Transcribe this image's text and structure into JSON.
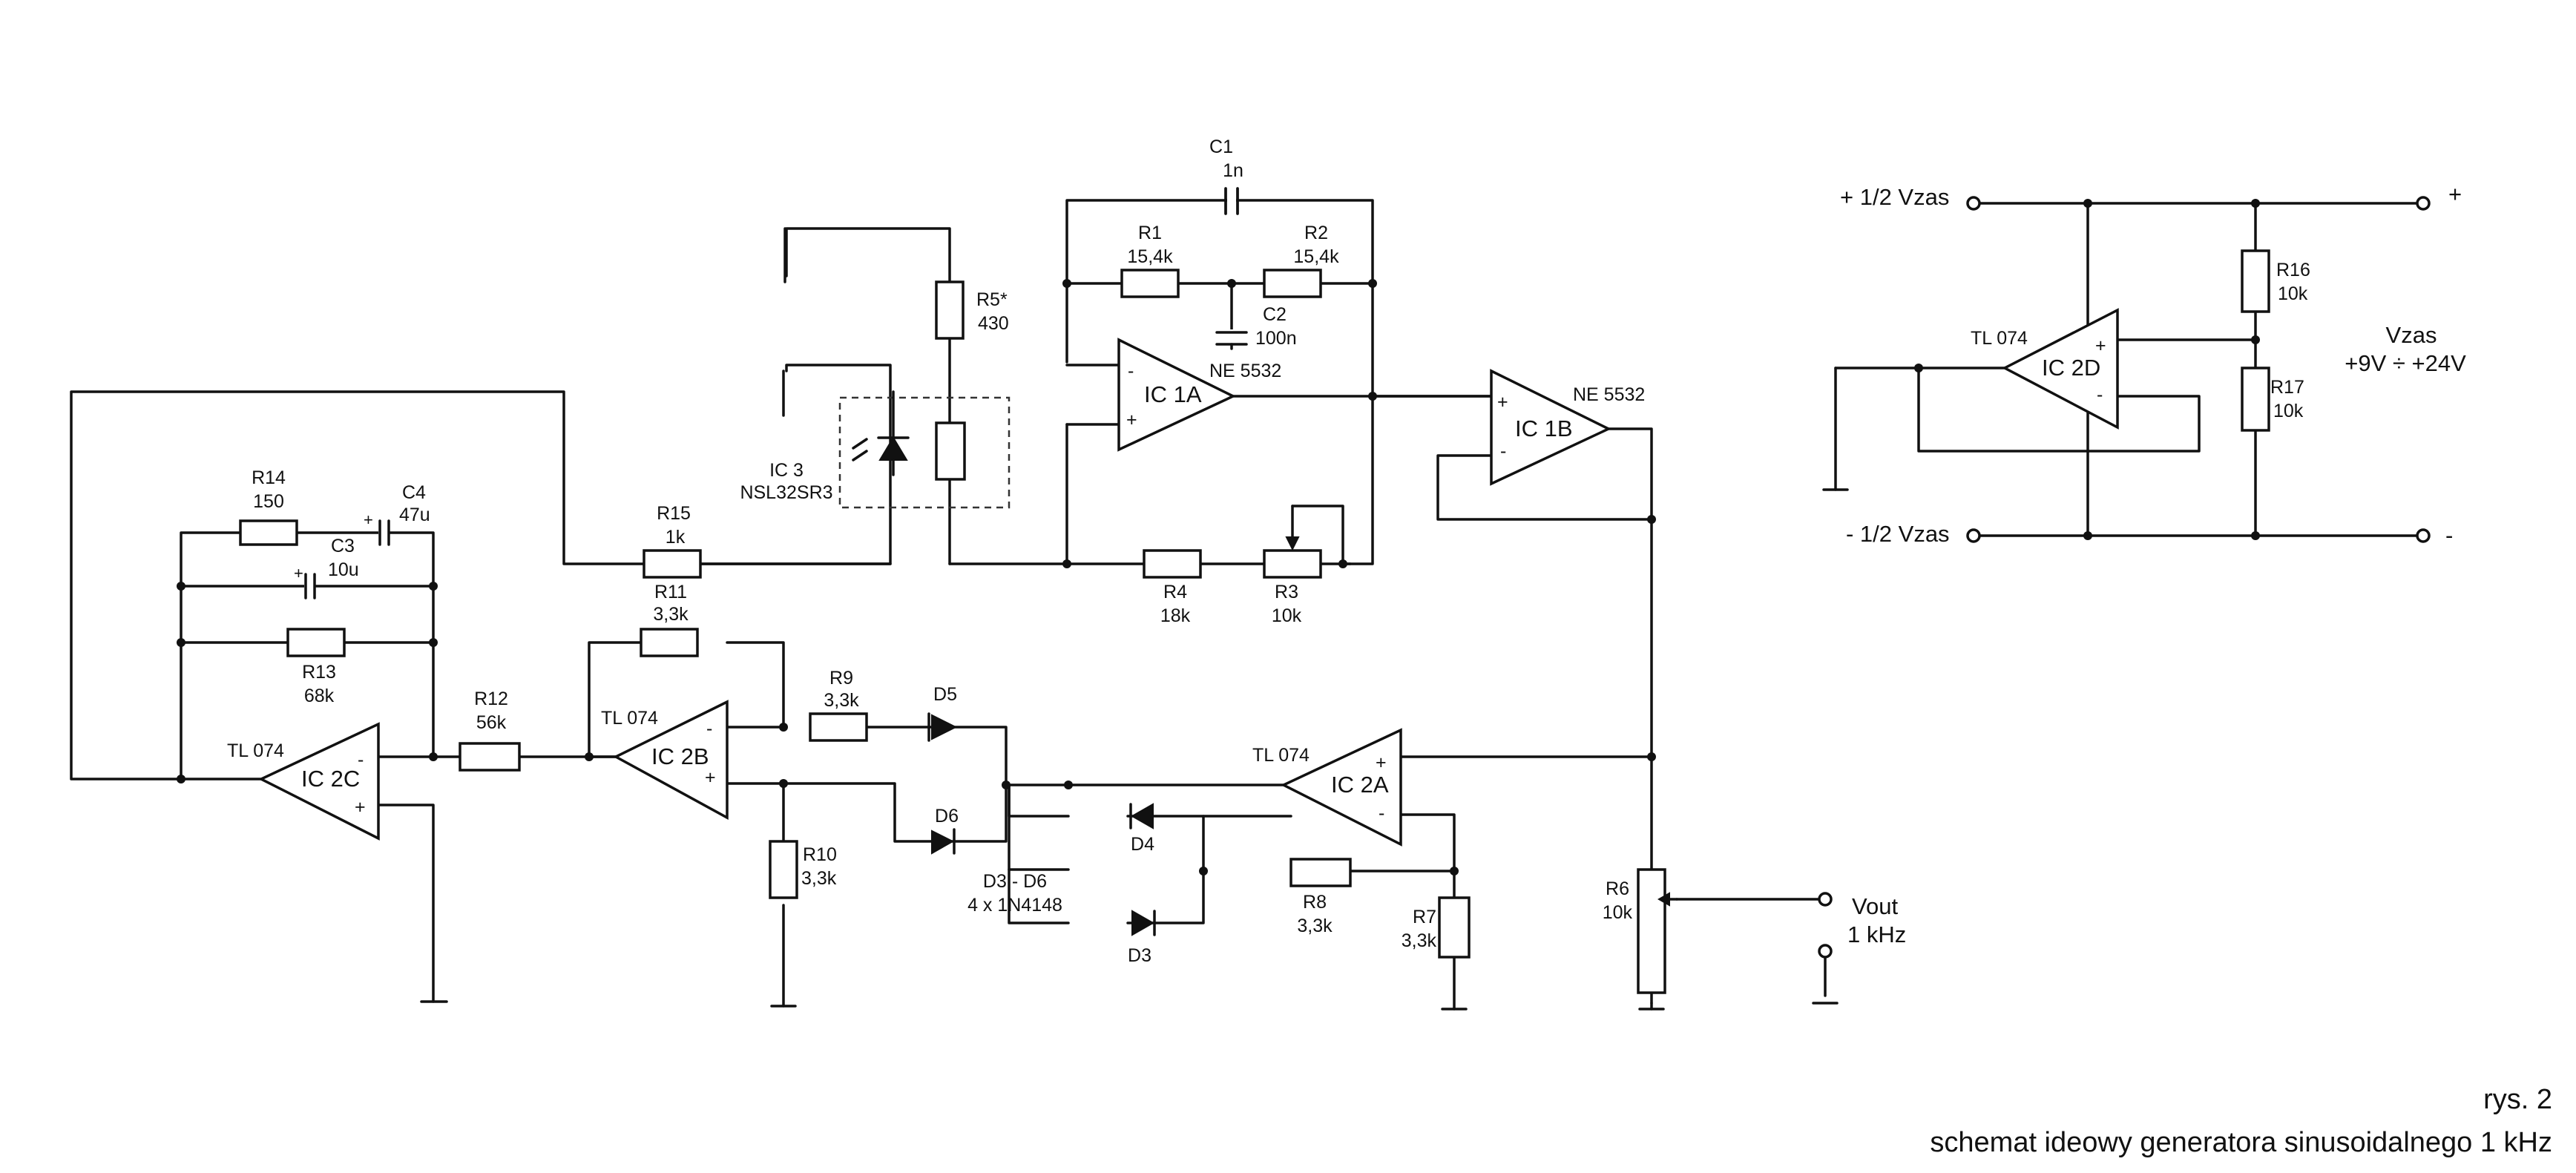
{
  "components": {
    "c1": {
      "name": "C1",
      "value": "1n"
    },
    "c2": {
      "name": "C2",
      "value": "100n"
    },
    "c3": {
      "name": "C3",
      "value": "10u"
    },
    "c4": {
      "name": "C4",
      "value": "47u"
    },
    "r1": {
      "name": "R1",
      "value": "15,4k"
    },
    "r2": {
      "name": "R2",
      "value": "15,4k"
    },
    "r3": {
      "name": "R3",
      "value": "10k"
    },
    "r4": {
      "name": "R4",
      "value": "18k"
    },
    "r5": {
      "name": "R5*",
      "value": "430"
    },
    "r6": {
      "name": "R6",
      "value": "10k"
    },
    "r7": {
      "name": "R7",
      "value": "3,3k"
    },
    "r8": {
      "name": "R8",
      "value": "3,3k"
    },
    "r9": {
      "name": "R9",
      "value": "3,3k"
    },
    "r10": {
      "name": "R10",
      "value": "3,3k"
    },
    "r11": {
      "name": "R11",
      "value": "3,3k"
    },
    "r12": {
      "name": "R12",
      "value": "56k"
    },
    "r13": {
      "name": "R13",
      "value": "68k"
    },
    "r14": {
      "name": "R14",
      "value": "150"
    },
    "r15": {
      "name": "R15",
      "value": "1k"
    },
    "r16": {
      "name": "R16",
      "value": "10k"
    },
    "r17": {
      "name": "R17",
      "value": "10k"
    },
    "ic3": {
      "name": "IC 3",
      "part": "NSL32SR3"
    },
    "d3": {
      "name": "D3"
    },
    "d4": {
      "name": "D4"
    },
    "d5": {
      "name": "D5"
    },
    "d6": {
      "name": "D6"
    },
    "diodes_note": {
      "range": "D3 - D6",
      "part": "4 x 1N4148"
    }
  },
  "opamps": {
    "ic1a": {
      "name": "IC 1A",
      "part": "NE 5532"
    },
    "ic1b": {
      "name": "IC 1B",
      "part": "NE 5532"
    },
    "ic2a": {
      "name": "IC 2A",
      "part": "TL 074"
    },
    "ic2b": {
      "name": "IC 2B",
      "part": "TL 074"
    },
    "ic2c": {
      "name": "IC 2C",
      "part": "TL 074"
    },
    "ic2d": {
      "name": "IC 2D",
      "part": "TL 074"
    },
    "plus": "+",
    "minus": "-"
  },
  "supply": {
    "pos_in": "+ 1/2 Vzas",
    "neg_in": "- 1/2 Vzas",
    "pos_out": "+",
    "neg_out": "-",
    "vzas_label": "Vzas",
    "vzas_range": "+9V ÷ +24V"
  },
  "output": {
    "label": "Vout",
    "freq": "1 kHz"
  },
  "caption": {
    "fig": "rys. 2",
    "title": "schemat ideowy generatora sinusoidalnego 1 kHz"
  }
}
